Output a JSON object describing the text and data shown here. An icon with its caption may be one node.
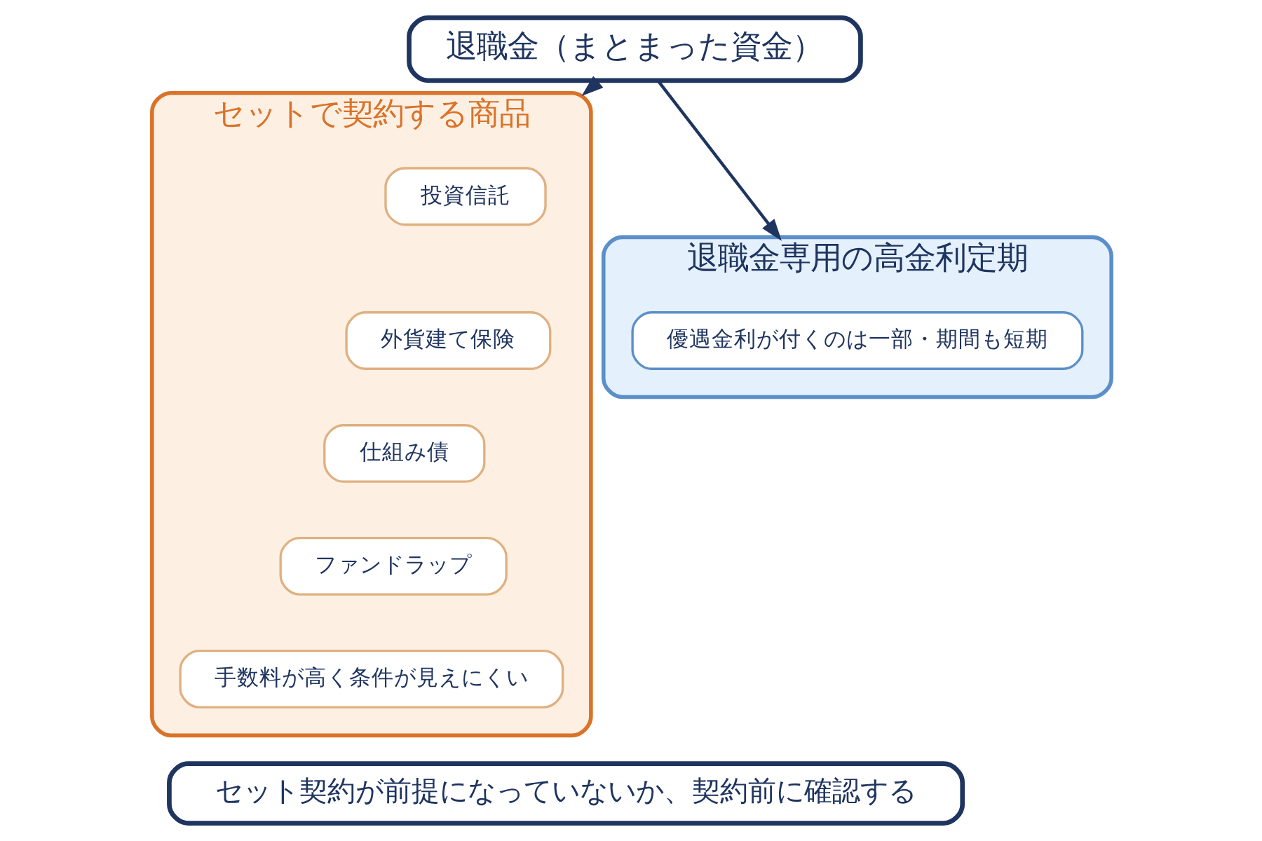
{
  "diagram": {
    "nodes": [
      {
        "text": [
          "退職金（まとまった資金）"
        ]
      },
      {
        "text": [
          "退職金専用の高金利定期"
        ]
      },
      {
        "text": [
          "優遇金利が付くのは一部・期間も短期"
        ],
        "in": 1
      },
      {
        "text": [
          "セットで契約する商品"
        ]
      },
      {
        "text": [
          "投資信託"
        ],
        "in": 3
      },
      {
        "text": [
          "外貨建て保険"
        ],
        "in": 3
      },
      {
        "text": [
          "仕組み債"
        ],
        "in": 3
      },
      {
        "text": [
          "ファンドラップ"
        ],
        "in": 3
      },
      {
        "text": [
          "手数料が高く条件が見えにくい"
        ],
        "in": 3
      },
      {
        "text": [
          "セット契約が前提になっていないか、契約前に確認する"
        ]
      }
    ],
    "edges": [
      {
        "from": 0,
        "to": 1,
        "arrow": "to"
      },
      {
        "from": 0,
        "to": 3,
        "arrow": "to"
      }
    ]
  }
}
